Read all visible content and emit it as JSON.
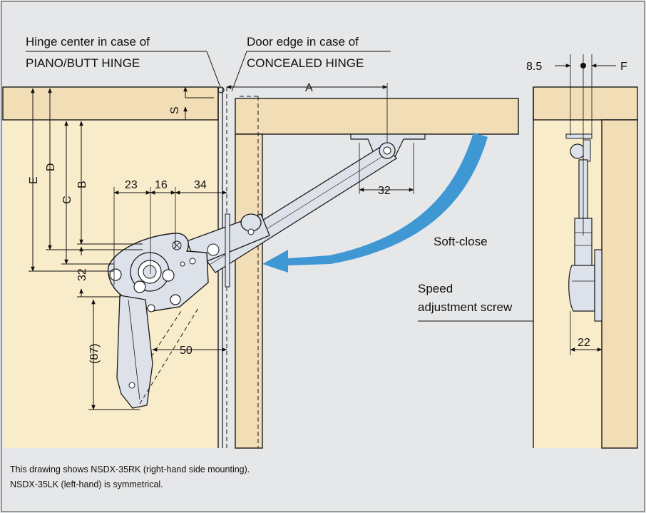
{
  "labels": {
    "hinge_center_line1": "Hinge center  in case of",
    "hinge_center_line2": "PIANO/BUTT HINGE",
    "door_edge_line1": "Door edge in case of",
    "door_edge_line2": "CONCEALED HINGE",
    "soft_close": "Soft-close",
    "speed_line1": "Speed",
    "speed_line2": "adjustment screw"
  },
  "dimensions": {
    "A": "A",
    "S": "S",
    "E": "E",
    "D": "D",
    "C": "C",
    "B": "B",
    "d23": "23",
    "d16": "16",
    "d34": "34",
    "d32_bracket": "32",
    "d32_vertical": "32",
    "d87": "(87)",
    "d50": "50",
    "d8_5": "8.5",
    "F": "F",
    "d22": "22"
  },
  "notes": {
    "line1": "This drawing shows NSDX-35RK (right-hand side mounting).",
    "line2": "NSDX-35LK (left-hand) is symmetrical."
  },
  "colors": {
    "background": "#e6e7e9",
    "wood": "#f2deb6",
    "cabinet_panel": "#f9eccb",
    "arrow": "#3f97d4",
    "metal": "#dde2ea",
    "outline": "#1a1a1a",
    "text": "#111111"
  }
}
